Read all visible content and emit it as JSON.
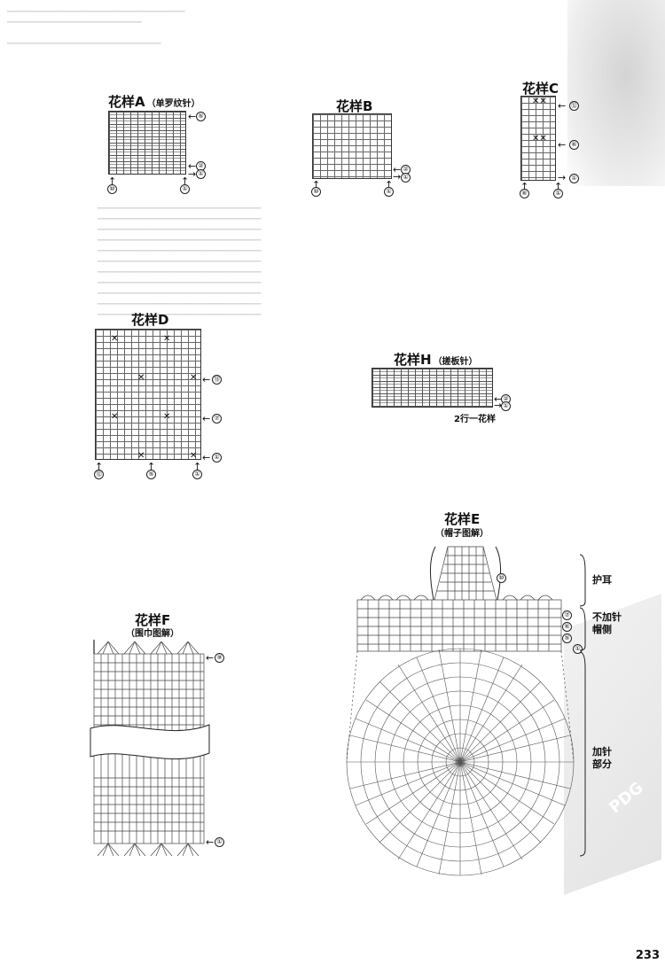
{
  "patterns": {
    "A": {
      "title": "花样A",
      "subtitle": "（单罗纹针）"
    },
    "B": {
      "title": "花样B"
    },
    "C": {
      "title": "花样C"
    },
    "D": {
      "title": "花样D"
    },
    "E": {
      "title": "花样E",
      "subtitle": "（帽子图解）"
    },
    "F": {
      "title": "花样F",
      "subtitle": "（围巾图解）"
    },
    "H": {
      "title": "花样H",
      "subtitle": "（搓板针）",
      "caption": "2行一花样"
    }
  },
  "hat_labels": {
    "ear_flap": "护耳",
    "no_increase_1": "不加针",
    "no_increase_2": "帽侧",
    "increase_1": "加针",
    "increase_2": "部分"
  },
  "watermark_text": "PDG",
  "page_number": "233"
}
